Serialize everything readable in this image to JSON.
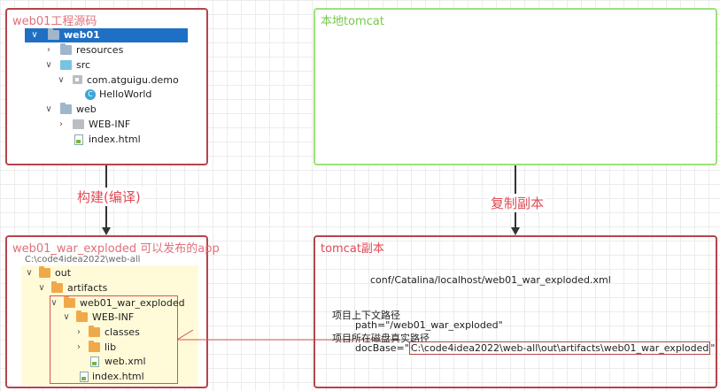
{
  "top_left": {
    "title": "web01工程源码",
    "tree": {
      "web01": "web01",
      "resources": "resources",
      "src": "src",
      "pkg": "com.atguigu.demo",
      "helloworld": "HelloWorld",
      "class_letter": "C",
      "web": "web",
      "webinf": "WEB-INF",
      "index": "index.html"
    }
  },
  "top_right": {
    "title": "本地tomcat"
  },
  "arrows": {
    "left_label": "构建(编译)",
    "right_label": "复制副本"
  },
  "bottom_left": {
    "title": "web01_war_exploded 可以发布的app",
    "path": "C:\\code4idea2022\\web-all",
    "tree": {
      "out": "out",
      "artifacts": "artifacts",
      "exploded": "web01_war_exploded",
      "webinf": "WEB-INF",
      "classes": "classes",
      "lib": "lib",
      "webxml": "web.xml",
      "index": "index.html"
    }
  },
  "bottom_right": {
    "title": "tomcat副本",
    "conf": "conf/Catalina/localhost/web01_war_exploded.xml",
    "ctx_label": "项目上下文路径",
    "path_line": "path=\"/web01_war_exploded\"",
    "disk_label": "项目所在磁盘真实路径",
    "docbase_prefix": "docBase=\"",
    "docbase_value": "C:\\code4idea2022\\web-all\\out\\artifacts\\web01_war_exploded",
    "docbase_suffix": "\""
  }
}
